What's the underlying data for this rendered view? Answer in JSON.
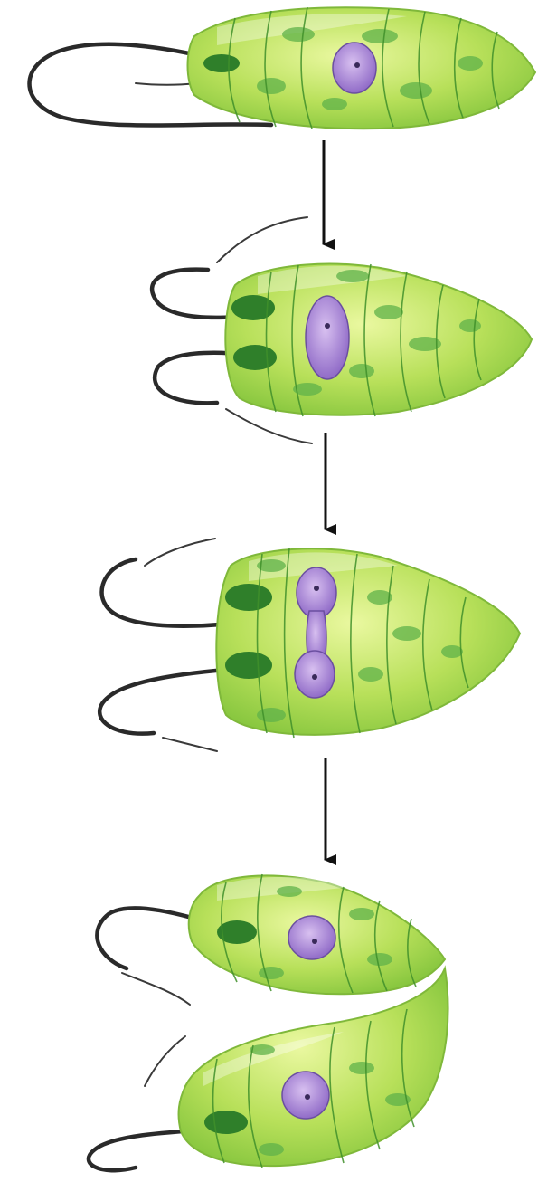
{
  "figure": {
    "stages": [
      {
        "id": "stage-1",
        "description_label": ""
      },
      {
        "id": "stage-2",
        "description_label": ""
      },
      {
        "id": "stage-3",
        "description_label": ""
      },
      {
        "id": "stage-4",
        "description_label": ""
      }
    ],
    "colors": {
      "cell_fill_light": "#d8f07a",
      "cell_fill_dark": "#8cc63f",
      "cell_outline": "#7fb83a",
      "chloroplast": "#5fb24a",
      "nucleus_light": "#c9a8e8",
      "nucleus_dark": "#8a64c4",
      "flagellum": "#2a2a2a",
      "arrow": "#111111"
    }
  }
}
